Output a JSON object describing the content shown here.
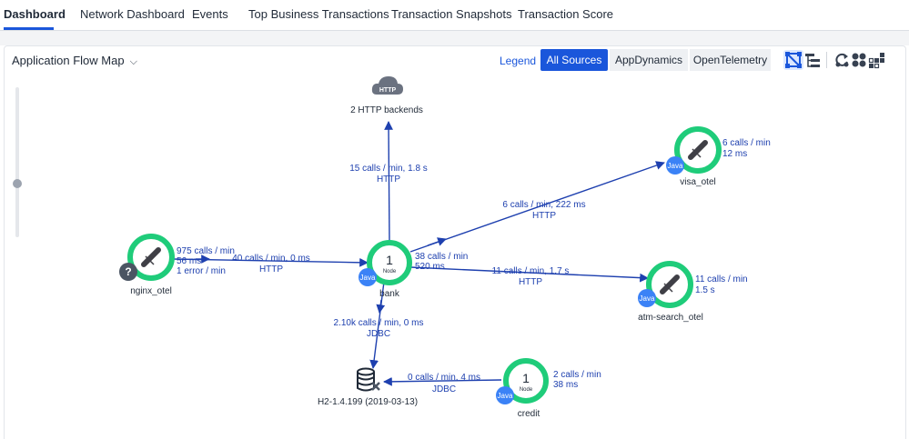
{
  "tabs": [
    "Dashboard",
    "Network Dashboard",
    "Events",
    "Top Business Transactions",
    "Transaction Snapshots",
    "Transaction Score"
  ],
  "toolbar": {
    "map_title": "Application Flow Map",
    "legend": "Legend",
    "sources": [
      "All Sources",
      "AppDynamics",
      "OpenTelemetry"
    ],
    "selected_source": "All Sources"
  },
  "colors": {
    "accent": "#1a56db",
    "healthy": "#1fcc7a",
    "java_badge": "#3b82f6",
    "edge": "#1e40af"
  },
  "nodes": {
    "http": {
      "icon": "cloud-http-icon",
      "icon_text": "HTTP",
      "name": "2 HTTP backends"
    },
    "visa": {
      "name": "visa_otel",
      "badge": "Java",
      "stats": [
        "6 calls / min",
        "12 ms"
      ]
    },
    "nginx": {
      "name": "nginx_otel",
      "stats": [
        "975 calls / min",
        "56 ms",
        "1 error / min"
      ]
    },
    "bank": {
      "name": "bank",
      "badge": "Java",
      "count": "1",
      "count_label": "Node",
      "stats": [
        "38 calls / min",
        "520 ms"
      ]
    },
    "atm": {
      "name": "atm-search_otel",
      "badge": "Java",
      "stats": [
        "11 calls / min",
        "1.5 s"
      ]
    },
    "h2": {
      "icon": "database-icon",
      "name": "H2-1.4.199 (2019-03-13)"
    },
    "credit": {
      "name": "credit",
      "badge": "Java",
      "count": "1",
      "count_label": "Node",
      "stats": [
        "2 calls / min",
        "38 ms"
      ]
    }
  },
  "edges": {
    "bank_http": [
      "15 calls / min, 1.8 s",
      "HTTP"
    ],
    "bank_visa": [
      "6 calls / min, 222 ms",
      "HTTP"
    ],
    "nginx_bank": [
      "40 calls / min, 0 ms",
      "HTTP"
    ],
    "bank_atm": [
      "11 calls / min, 1.7 s",
      "HTTP"
    ],
    "bank_h2": [
      "2.10k calls / min, 0 ms",
      "JDBC"
    ],
    "credit_h2": [
      "0 calls / min, 4 ms",
      "JDBC"
    ]
  }
}
